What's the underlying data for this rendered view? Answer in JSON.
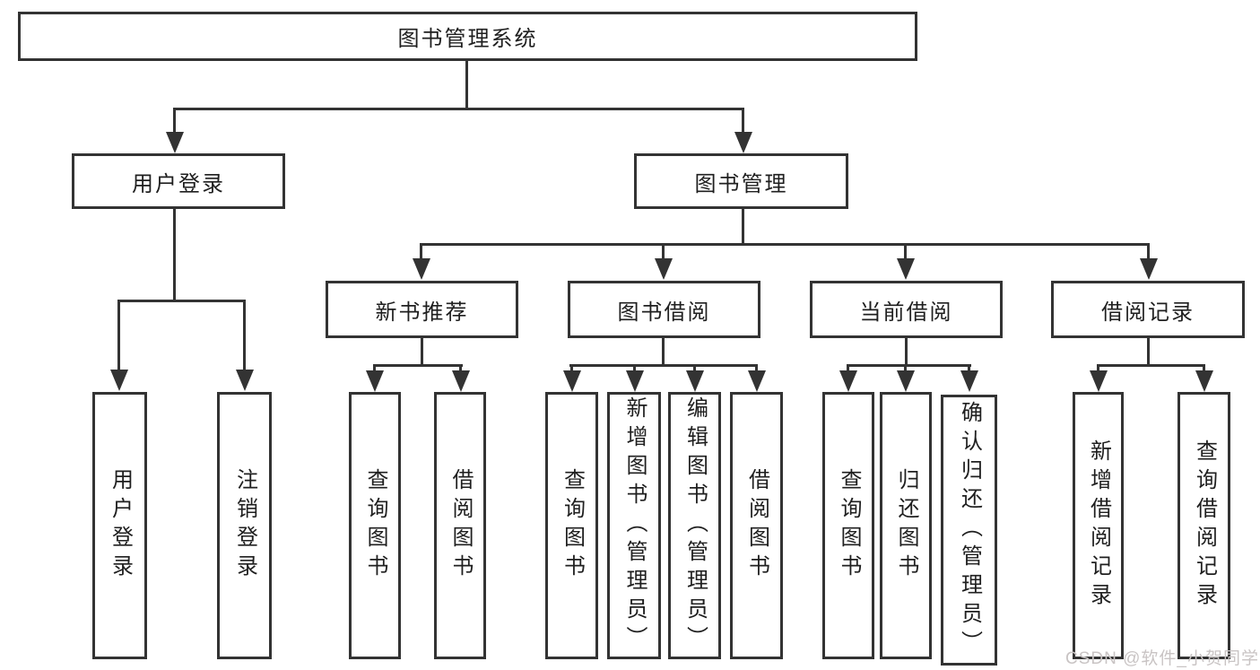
{
  "diagram": {
    "root": {
      "label": "图书管理系统",
      "children": [
        {
          "label": "用户登录",
          "children": [
            {
              "label": "用户登录"
            },
            {
              "label": "注销登录"
            }
          ]
        },
        {
          "label": "图书管理",
          "children": [
            {
              "label": "新书推荐",
              "children": [
                {
                  "label": "查询图书"
                },
                {
                  "label": "借阅图书"
                }
              ]
            },
            {
              "label": "图书借阅",
              "children": [
                {
                  "label": "查询图书"
                },
                {
                  "label": "新增图书（管理员）"
                },
                {
                  "label": "编辑图书（管理员）"
                },
                {
                  "label": "借阅图书"
                }
              ]
            },
            {
              "label": "当前借阅",
              "children": [
                {
                  "label": "查询图书"
                },
                {
                  "label": "归还图书"
                },
                {
                  "label": "确认归还（管理员）"
                }
              ]
            },
            {
              "label": "借阅记录",
              "children": [
                {
                  "label": "新增借阅记录"
                },
                {
                  "label": "查询借阅记录"
                }
              ]
            }
          ]
        }
      ]
    }
  },
  "watermark": {
    "text": "CSDN @软件_小贺同学"
  },
  "colors": {
    "line": "#333333",
    "text": "#1f1f1f",
    "background": "#ffffff",
    "watermark_text": "#c9c4c4"
  }
}
